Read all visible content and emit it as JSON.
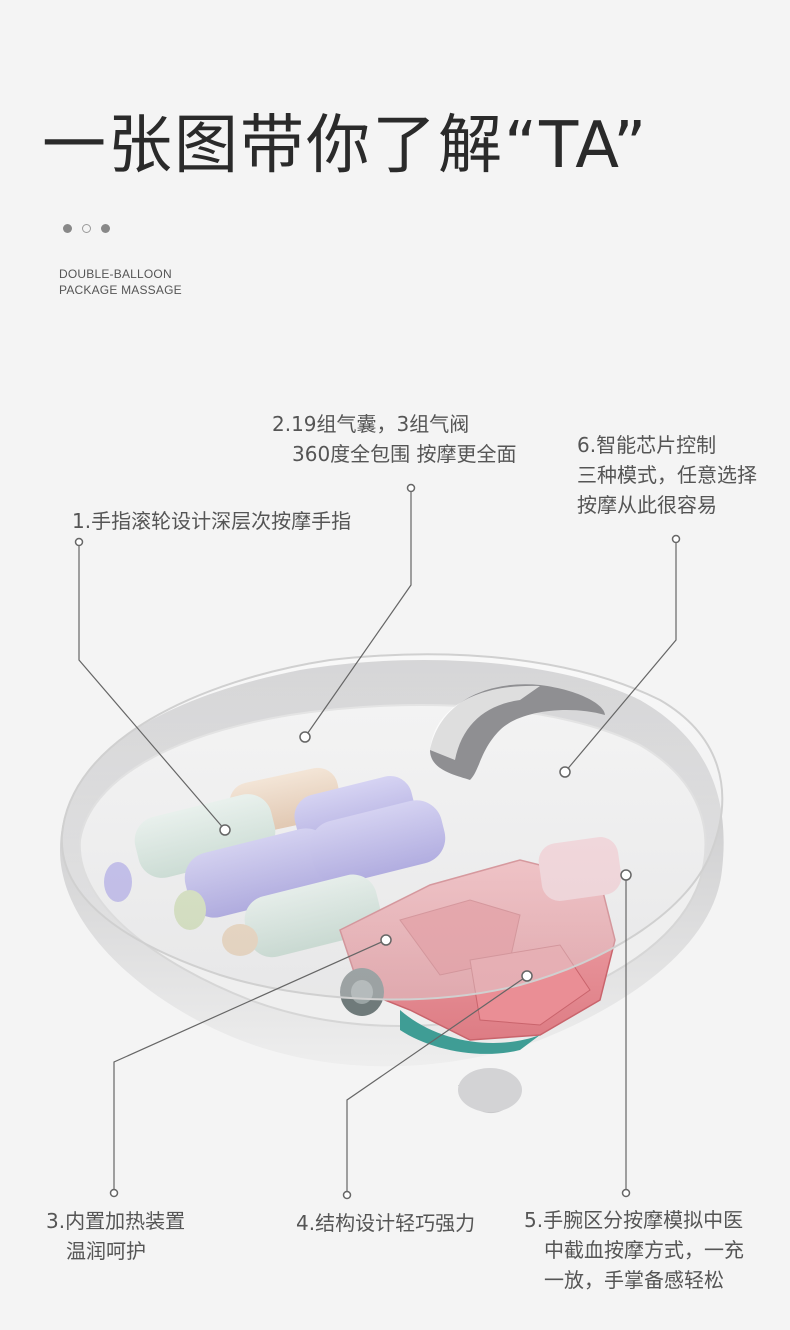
{
  "header": {
    "title": "一张图带你了解“TA”",
    "subtitle_line1": "DOUBLE-BALLOON",
    "subtitle_line2": "PACKAGE MASSAGE"
  },
  "callouts": [
    {
      "lines": [
        "1.手指滚轮设计深层次按摩手指"
      ]
    },
    {
      "lines": [
        "2.19组气囊，3组气阀",
        "360度全包围 按摩更全面"
      ]
    },
    {
      "lines": [
        "6.智能芯片控制",
        "三种模式，任意选择",
        "按摩从此很容易"
      ]
    },
    {
      "lines": [
        "3.内置加热装置",
        "温润呵护"
      ]
    },
    {
      "lines": [
        "4.结构设计轻巧强力"
      ]
    },
    {
      "lines": [
        "5.手腕区分按摩模拟中医",
        "中截血按摩方式，一充",
        "一放，手掌备感轻松"
      ]
    }
  ],
  "colors": {
    "background": "#f4f4f4",
    "shell": "#e9e9ea",
    "gearbox": "#e98c93",
    "roller_mint": "#cfe3d9",
    "roller_purple": "#a9a3e6",
    "roller_peach": "#e9c9a8",
    "leader_line": "#666666"
  }
}
